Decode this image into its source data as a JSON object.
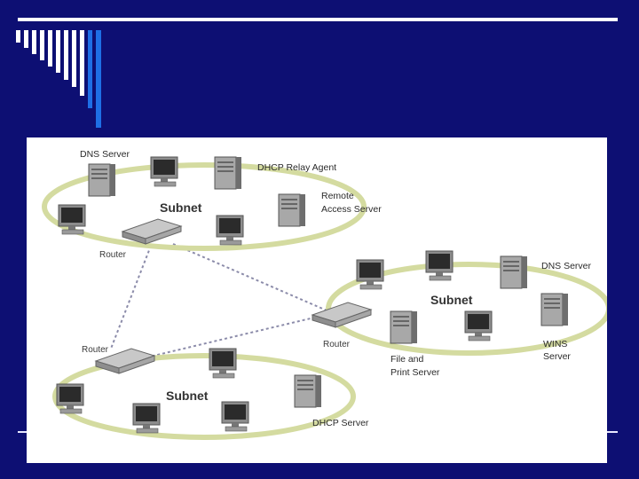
{
  "slide": {
    "colors": {
      "background": "#0d0f73",
      "accent_bar": "#ffffff",
      "decor_white": "#ffffff",
      "decor_blue": "#1e6fe6"
    }
  },
  "diagram": {
    "subnets": [
      {
        "label": "Subnet"
      },
      {
        "label": "Subnet"
      },
      {
        "label": "Subnet"
      }
    ],
    "routers": [
      {
        "label": "Router"
      },
      {
        "label": "Router"
      },
      {
        "label": "Router"
      }
    ],
    "devices": {
      "dns_server_1": "DNS Server",
      "dhcp_relay_agent": "DHCP Relay Agent",
      "remote_access_line1": "Remote",
      "remote_access_line2": "Access Server",
      "dns_server_2": "DNS Server",
      "wins_line1": "WINS",
      "wins_line2": "Server",
      "file_print_line1": "File and",
      "file_print_line2": "Print Server",
      "dhcp_server": "DHCP Server"
    }
  }
}
